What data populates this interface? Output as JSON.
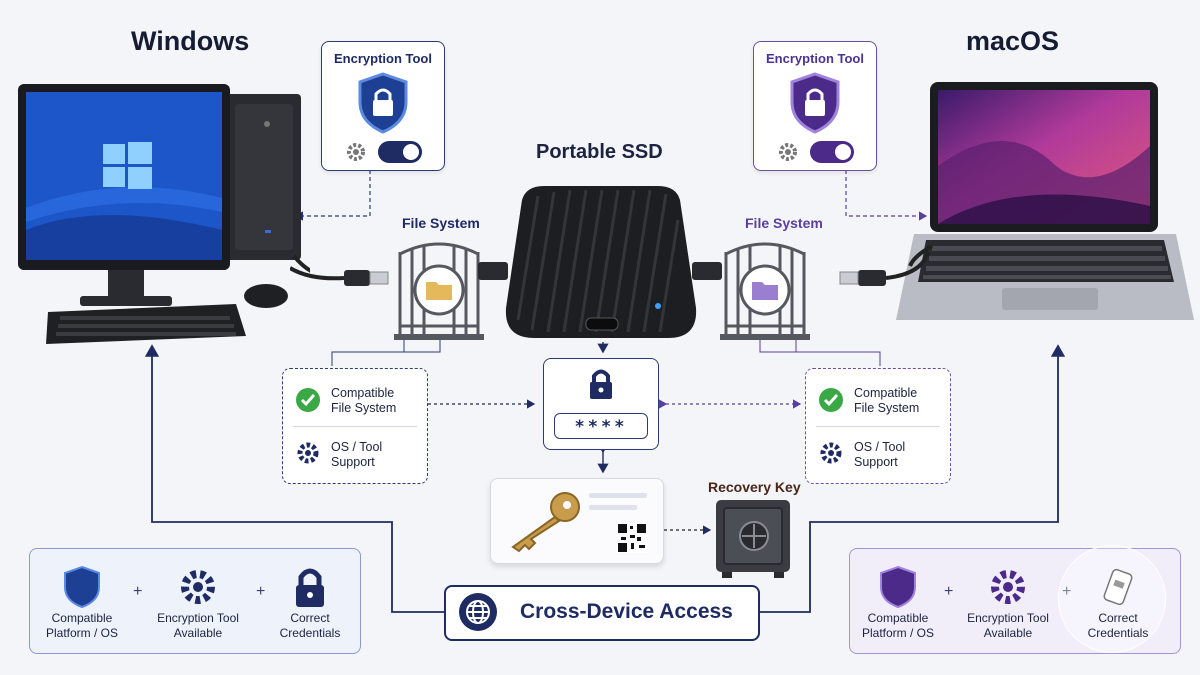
{
  "titles": {
    "windows": "Windows",
    "mac": "macOS",
    "ssd": "Portable SSD"
  },
  "encryption_tool": {
    "windows_label": "Encryption Tool",
    "mac_label": "Encryption Tool",
    "toggle_state": "on"
  },
  "file_system": {
    "windows_label": "File System",
    "mac_label": "File System"
  },
  "checks": {
    "windows": {
      "row1": "Compatible\nFile System",
      "row2": "OS / Tool\nSupport"
    },
    "mac": {
      "row1": "Compatible\nFile System",
      "row2": "OS / Tool\nSupport"
    }
  },
  "password": {
    "masked": "****"
  },
  "recovery": {
    "label": "Recovery Key"
  },
  "requirements": {
    "windows": [
      {
        "icon": "shield-icon",
        "caption": "Compatible\nPlatform / OS"
      },
      {
        "icon": "gear-icon",
        "caption": "Encryption Tool\nAvailable"
      },
      {
        "icon": "lock-icon",
        "caption": "Correct\nCredentials"
      }
    ],
    "mac": [
      {
        "icon": "shield-icon",
        "caption": "Compatible\nPlatform / OS"
      },
      {
        "icon": "gear-icon",
        "caption": "Encryption Tool\nAvailable"
      },
      {
        "icon": "usb-drive-icon",
        "caption": "Correct\nCredentials"
      }
    ],
    "plus": "+"
  },
  "cross_device": {
    "label": "Cross-Device Access",
    "icon": "globe-icon"
  },
  "colors": {
    "windows_accent": "#1f2b63",
    "mac_accent": "#5a3f9e",
    "success_green": "#3aa845",
    "windows_screen": "#1d56c9",
    "folder_yellow": "#e6b85c",
    "folder_purple": "#9a7fd1"
  }
}
